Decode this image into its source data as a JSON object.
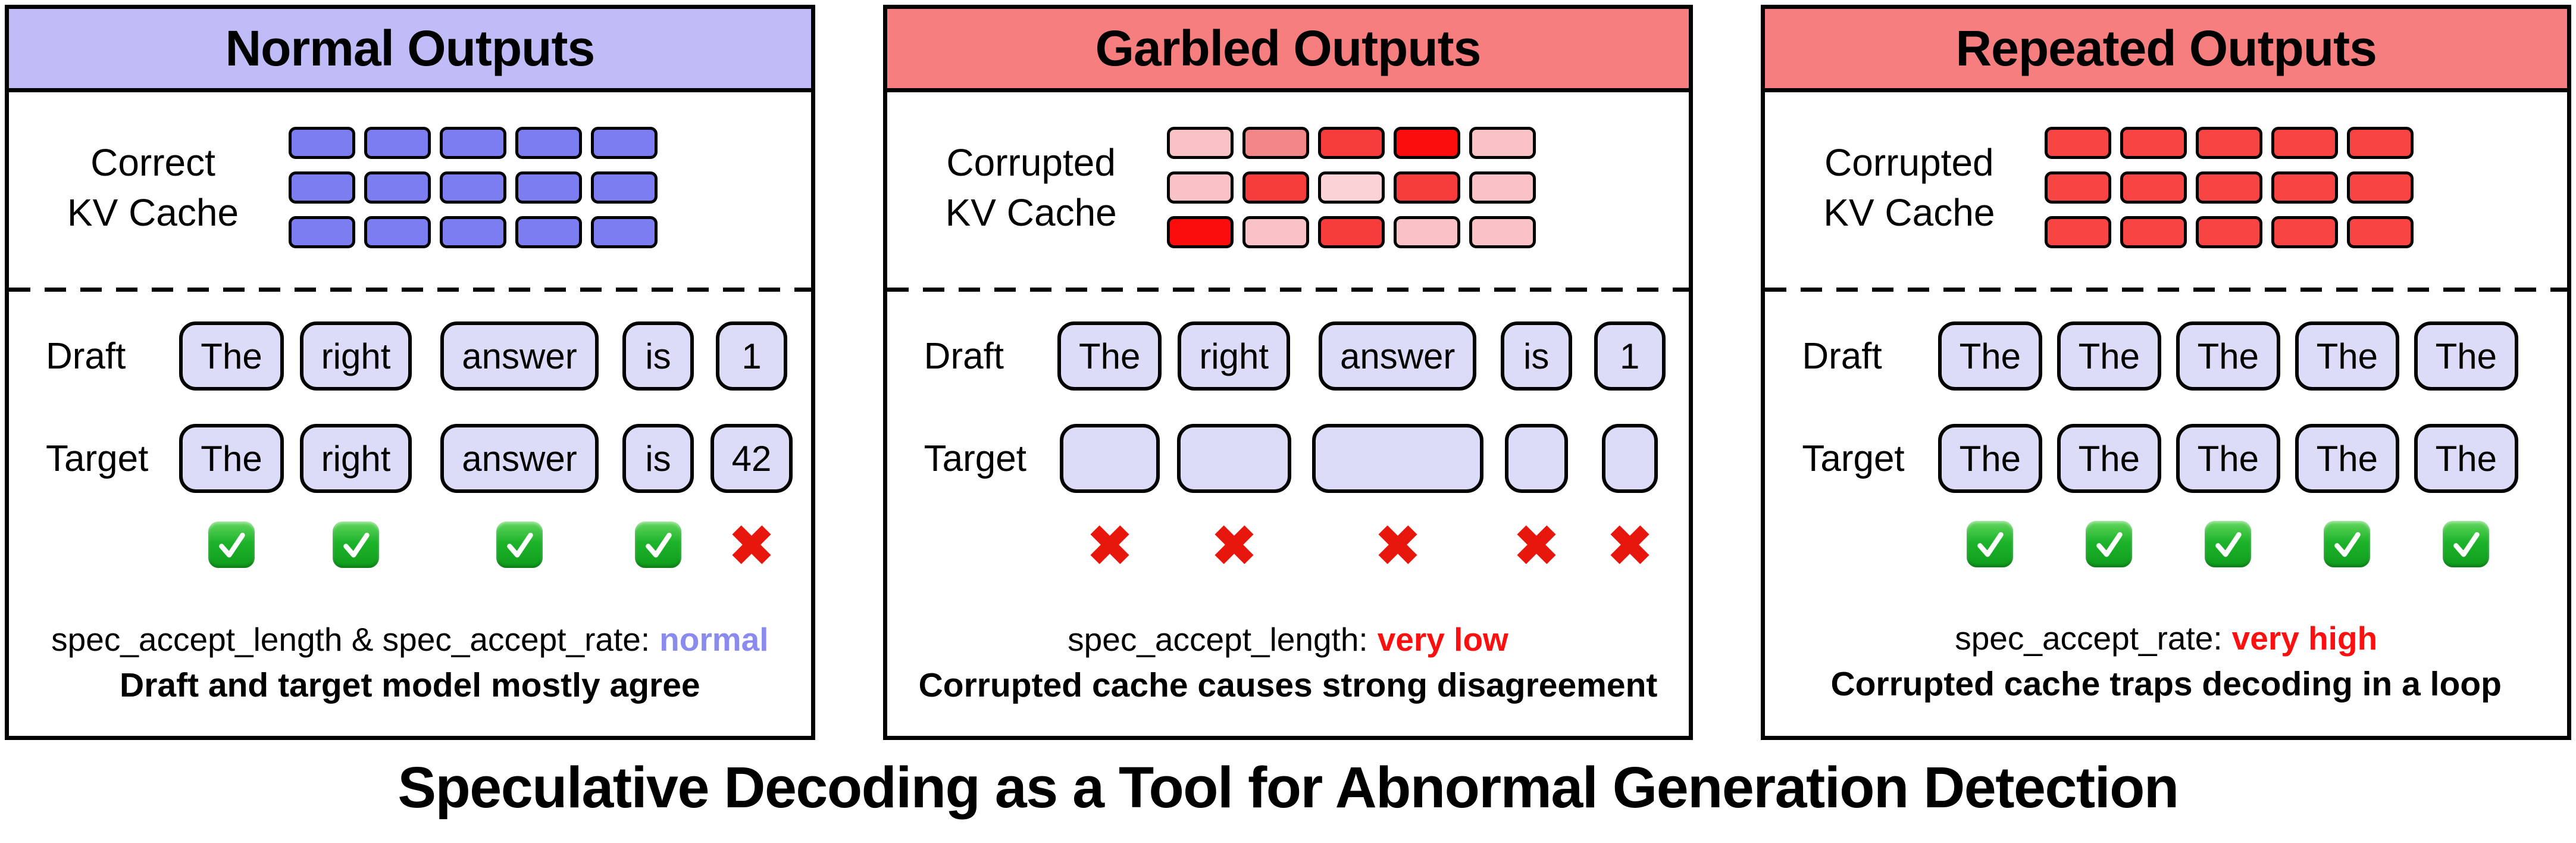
{
  "title": "Speculative Decoding as a Tool for Abnormal Generation Detection",
  "colors": {
    "header_blue": "#bfbcf8",
    "header_red": "#f67e7e",
    "token_bg": "#dcdcf8",
    "kv_blue": "#7d7df2",
    "kv_pink": "#f9c2c5",
    "kv_pink_light": "#fbd2d5",
    "kv_salmon": "#f38787",
    "kv_red": "#f63b3b",
    "kv_bright_red": "#fb0d0d",
    "kv_red_repeated": "#f94444",
    "normal_value": "#8b8bef",
    "alert_value": "#fb0f0f",
    "check_green": "#1db32a",
    "cross_red": "#e8170d"
  },
  "panels": [
    {
      "title": "Normal Outputs",
      "header_color_key": "header_blue",
      "kv_label": "Correct\nKV Cache",
      "kv_cells": [
        "kv_blue",
        "kv_blue",
        "kv_blue",
        "kv_blue",
        "kv_blue",
        "kv_blue",
        "kv_blue",
        "kv_blue",
        "kv_blue",
        "kv_blue",
        "kv_blue",
        "kv_blue",
        "kv_blue",
        "kv_blue",
        "kv_blue"
      ],
      "draft_label": "Draft",
      "target_label": "Target",
      "draft_tokens": [
        "The",
        "right",
        "answer",
        "is",
        "1"
      ],
      "target_tokens": [
        "The",
        "right",
        "answer",
        "is",
        "42"
      ],
      "icons": [
        "check",
        "check",
        "check",
        "check",
        "cross"
      ],
      "metric_label": "spec_accept_length & spec_accept_rate:",
      "metric_value": "normal",
      "metric_value_color_key": "normal_value",
      "caption": "Draft and target model mostly agree"
    },
    {
      "title": "Garbled Outputs",
      "header_color_key": "header_red",
      "kv_label": "Corrupted\nKV Cache",
      "kv_cells": [
        "kv_pink",
        "kv_salmon",
        "kv_red",
        "kv_bright_red",
        "kv_pink",
        "kv_pink",
        "kv_red",
        "kv_pink_light",
        "kv_red",
        "kv_pink",
        "kv_bright_red",
        "kv_pink",
        "kv_red",
        "kv_pink",
        "kv_pink"
      ],
      "draft_label": "Draft",
      "target_label": "Target",
      "draft_tokens": [
        "The",
        "right",
        "answer",
        "is",
        "1"
      ],
      "target_tokens": [
        "",
        "",
        "",
        "",
        ""
      ],
      "icons": [
        "cross",
        "cross",
        "cross",
        "cross",
        "cross"
      ],
      "metric_label": "spec_accept_length:",
      "metric_value": "very low",
      "metric_value_color_key": "alert_value",
      "caption": "Corrupted cache causes strong disagreement"
    },
    {
      "title": "Repeated Outputs",
      "header_color_key": "header_red",
      "kv_label": "Corrupted\nKV Cache",
      "kv_cells": [
        "kv_red_repeated",
        "kv_red_repeated",
        "kv_red_repeated",
        "kv_red_repeated",
        "kv_red_repeated",
        "kv_red_repeated",
        "kv_red_repeated",
        "kv_red_repeated",
        "kv_red_repeated",
        "kv_red_repeated",
        "kv_red_repeated",
        "kv_red_repeated",
        "kv_red_repeated",
        "kv_red_repeated",
        "kv_red_repeated"
      ],
      "draft_label": "Draft",
      "target_label": "Target",
      "draft_tokens": [
        "The",
        "The",
        "The",
        "The",
        "The"
      ],
      "target_tokens": [
        "The",
        "The",
        "The",
        "The",
        "The"
      ],
      "icons": [
        "check",
        "check",
        "check",
        "check",
        "check"
      ],
      "metric_label": "spec_accept_rate:",
      "metric_value": "very high",
      "metric_value_color_key": "alert_value",
      "caption": "Corrupted cache traps decoding in a loop"
    }
  ]
}
